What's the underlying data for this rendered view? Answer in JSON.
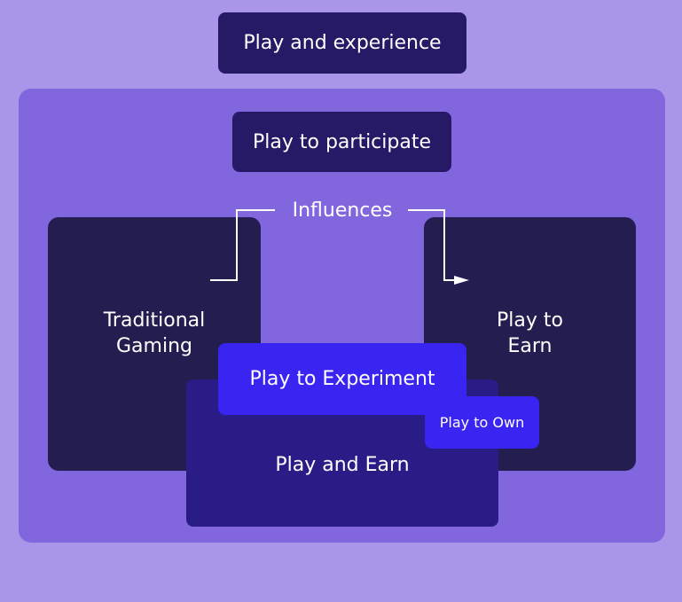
{
  "top_box": {
    "label": "Play and experience"
  },
  "participate_box": {
    "label": "Play to participate"
  },
  "influences": {
    "label": "Influences"
  },
  "traditional_box": {
    "label": "Traditional\nGaming"
  },
  "earn_box": {
    "label": "Play to\nEarn"
  },
  "play_earn_box": {
    "label": "Play and Earn"
  },
  "experiment_box": {
    "label": "Play to Experiment"
  },
  "own_box": {
    "label": "Play to Own"
  },
  "colors": {
    "background": "#a996e8",
    "outer_panel": "#8266dd",
    "dark_box": "#261a66",
    "dark_panel": "#241d4f",
    "play_earn": "#291c87",
    "accent_blue": "#3a24f2",
    "text": "#ffffff"
  }
}
